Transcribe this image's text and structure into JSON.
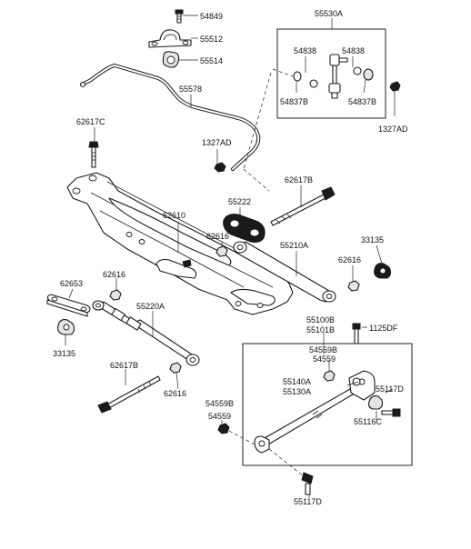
{
  "labels": {
    "l_54849": "54849",
    "l_55512": "55512",
    "l_55514": "55514",
    "l_55578": "55578",
    "l_55530A": "55530A",
    "l_54838_a": "54838",
    "l_54838_b": "54838",
    "l_54837B_a": "54837B",
    "l_54837B_b": "54837B",
    "l_1327AD_a": "1327AD",
    "l_1327AD_b": "1327AD",
    "l_62617C": "62617C",
    "l_62617B_a": "62617B",
    "l_62617B_b": "62617B",
    "l_55222": "55222",
    "l_62610": "62610",
    "l_62616_a": "62616",
    "l_62616_b": "62616",
    "l_62616_c": "62616",
    "l_62616_d": "62616",
    "l_55210A": "55210A",
    "l_33135_a": "33135",
    "l_33135_b": "33135",
    "l_62653": "62653",
    "l_55220A": "55220A",
    "l_55100B": "55100B",
    "l_55101B": "55101B",
    "l_1125DF": "1125DF",
    "l_54559B_a": "54559B",
    "l_54559_a": "54559",
    "l_55140A": "55140A",
    "l_55130A": "55130A",
    "l_55117D_a": "55117D",
    "l_55116C": "55116C",
    "l_54559B_b": "54559B",
    "l_54559_b": "54559",
    "l_55117D_b": "55117D"
  }
}
